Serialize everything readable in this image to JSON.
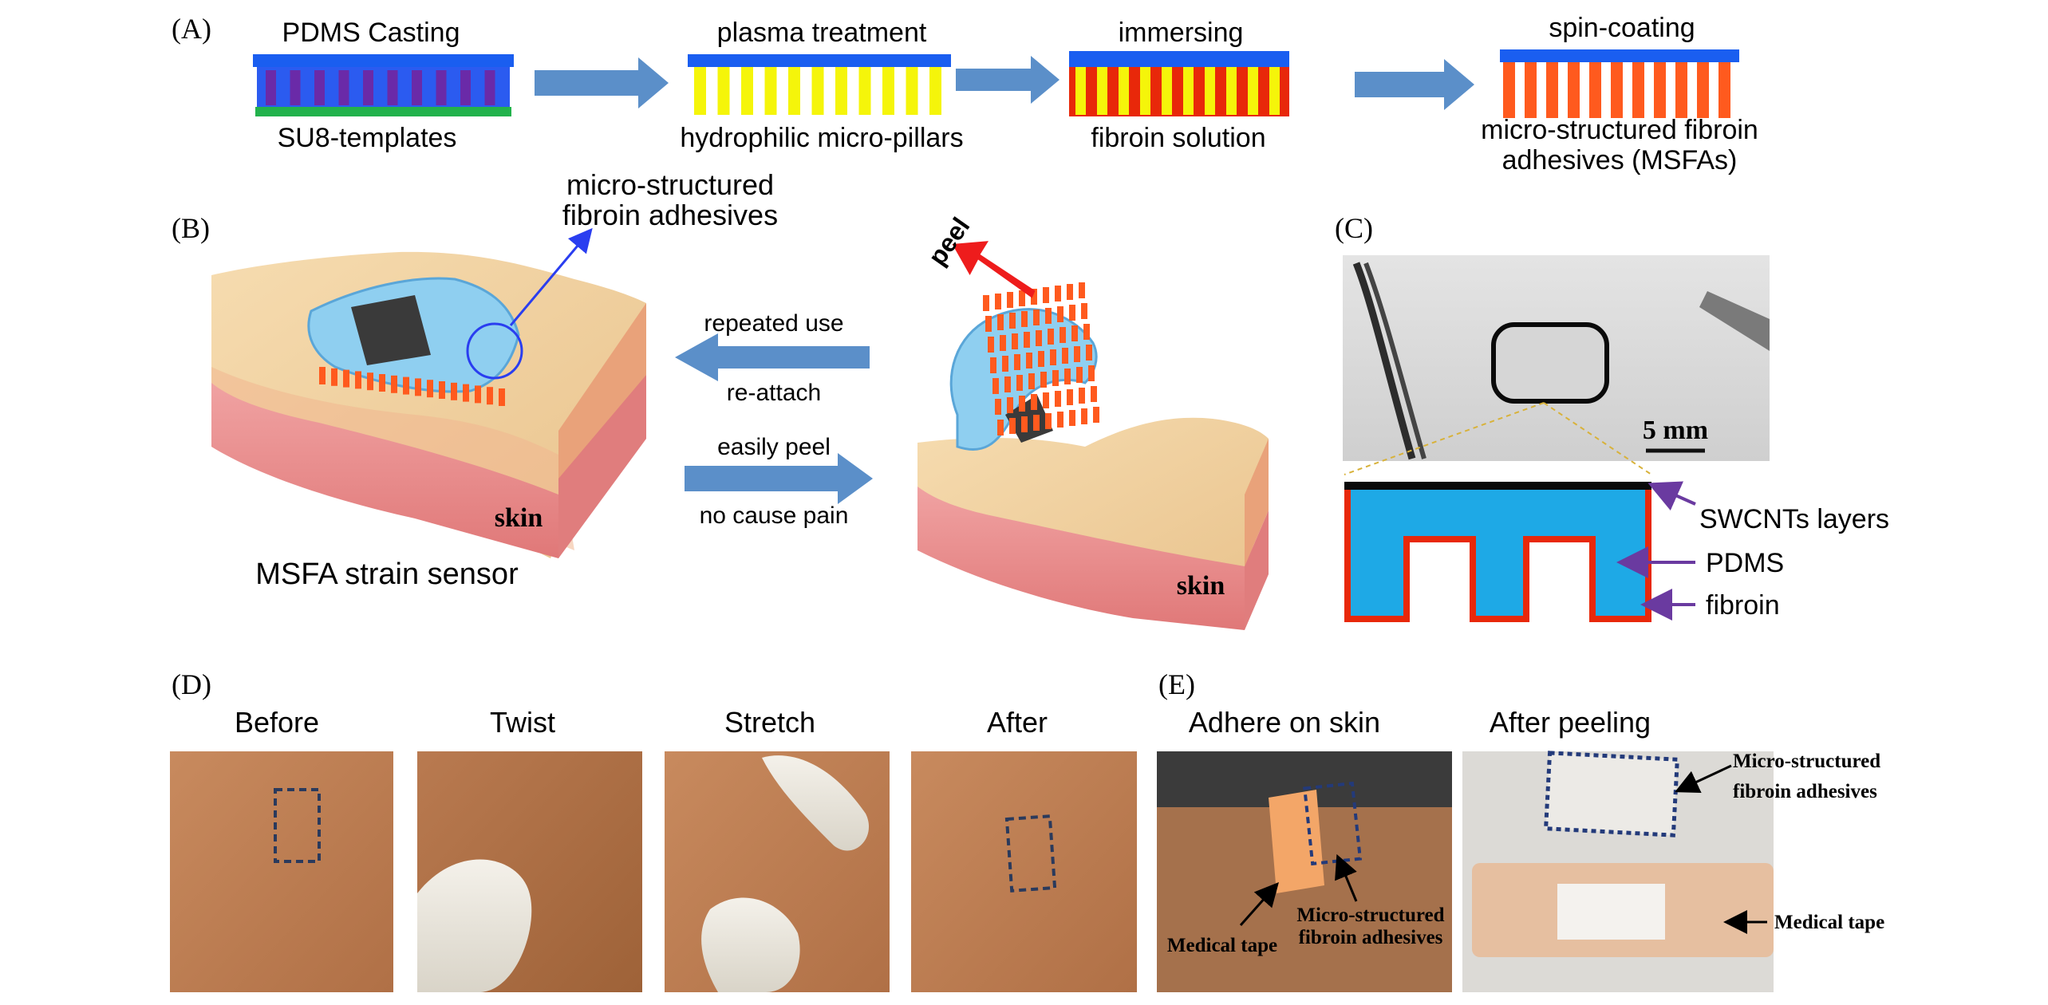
{
  "panels": {
    "a": {
      "letter": "(A)",
      "step1_title": "PDMS Casting",
      "step1_caption": "SU8-templates",
      "step2_title": "plasma treatment",
      "step2_caption": "hydrophilic micro-pillars",
      "step3_title": "immersing",
      "step3_caption": "fibroin solution",
      "step4_title": "spin-coating",
      "step4_caption_line1": "micro-structured fibroin",
      "step4_caption_line2": "adhesives (MSFAs)"
    },
    "b": {
      "letter": "(B)",
      "callout_line1": "micro-structured",
      "callout_line2": "fibroin adhesives",
      "skin_left": "skin",
      "skin_right": "skin",
      "sensor_title": "MSFA strain sensor",
      "arrow_top_label": "repeated use",
      "arrow_top_sub": "re-attach",
      "arrow_bottom_label": "easily peel",
      "arrow_bottom_sub": "no cause pain",
      "peel_label": "peel"
    },
    "c": {
      "letter": "(C)",
      "scale_bar": "5 mm",
      "label_swcnt": "SWCNTs layers",
      "label_pdms": "PDMS",
      "label_fibroin": "fibroin"
    },
    "d": {
      "letter": "(D)",
      "photo1": "Before",
      "photo2": "Twist",
      "photo3": "Stretch",
      "photo4": "After"
    },
    "e": {
      "letter": "(E)",
      "photo1": "Adhere on skin",
      "photo2": "After peeling",
      "tape_label": "Medical tape",
      "msfa_label_line1": "Micro-structured",
      "msfa_label_line2": "fibroin adhesives",
      "right_msfa_line1": "Micro-structured",
      "right_msfa_line2": "fibroin adhesives",
      "right_tape_label": "Medical tape"
    }
  },
  "colors": {
    "arrow_blue": "#5b8fc9",
    "pdms_blue": "#1a5ef0",
    "pillar_yellow": "#f5f50a",
    "fibroin_red": "#e8280a",
    "fibroin_orange": "#ff5a1e",
    "skin_tan": "#f1d2a0",
    "skin_pink": "#ec8a8a",
    "sensor_blue": "#8fcff0",
    "label_purple": "#6a3aa0"
  }
}
